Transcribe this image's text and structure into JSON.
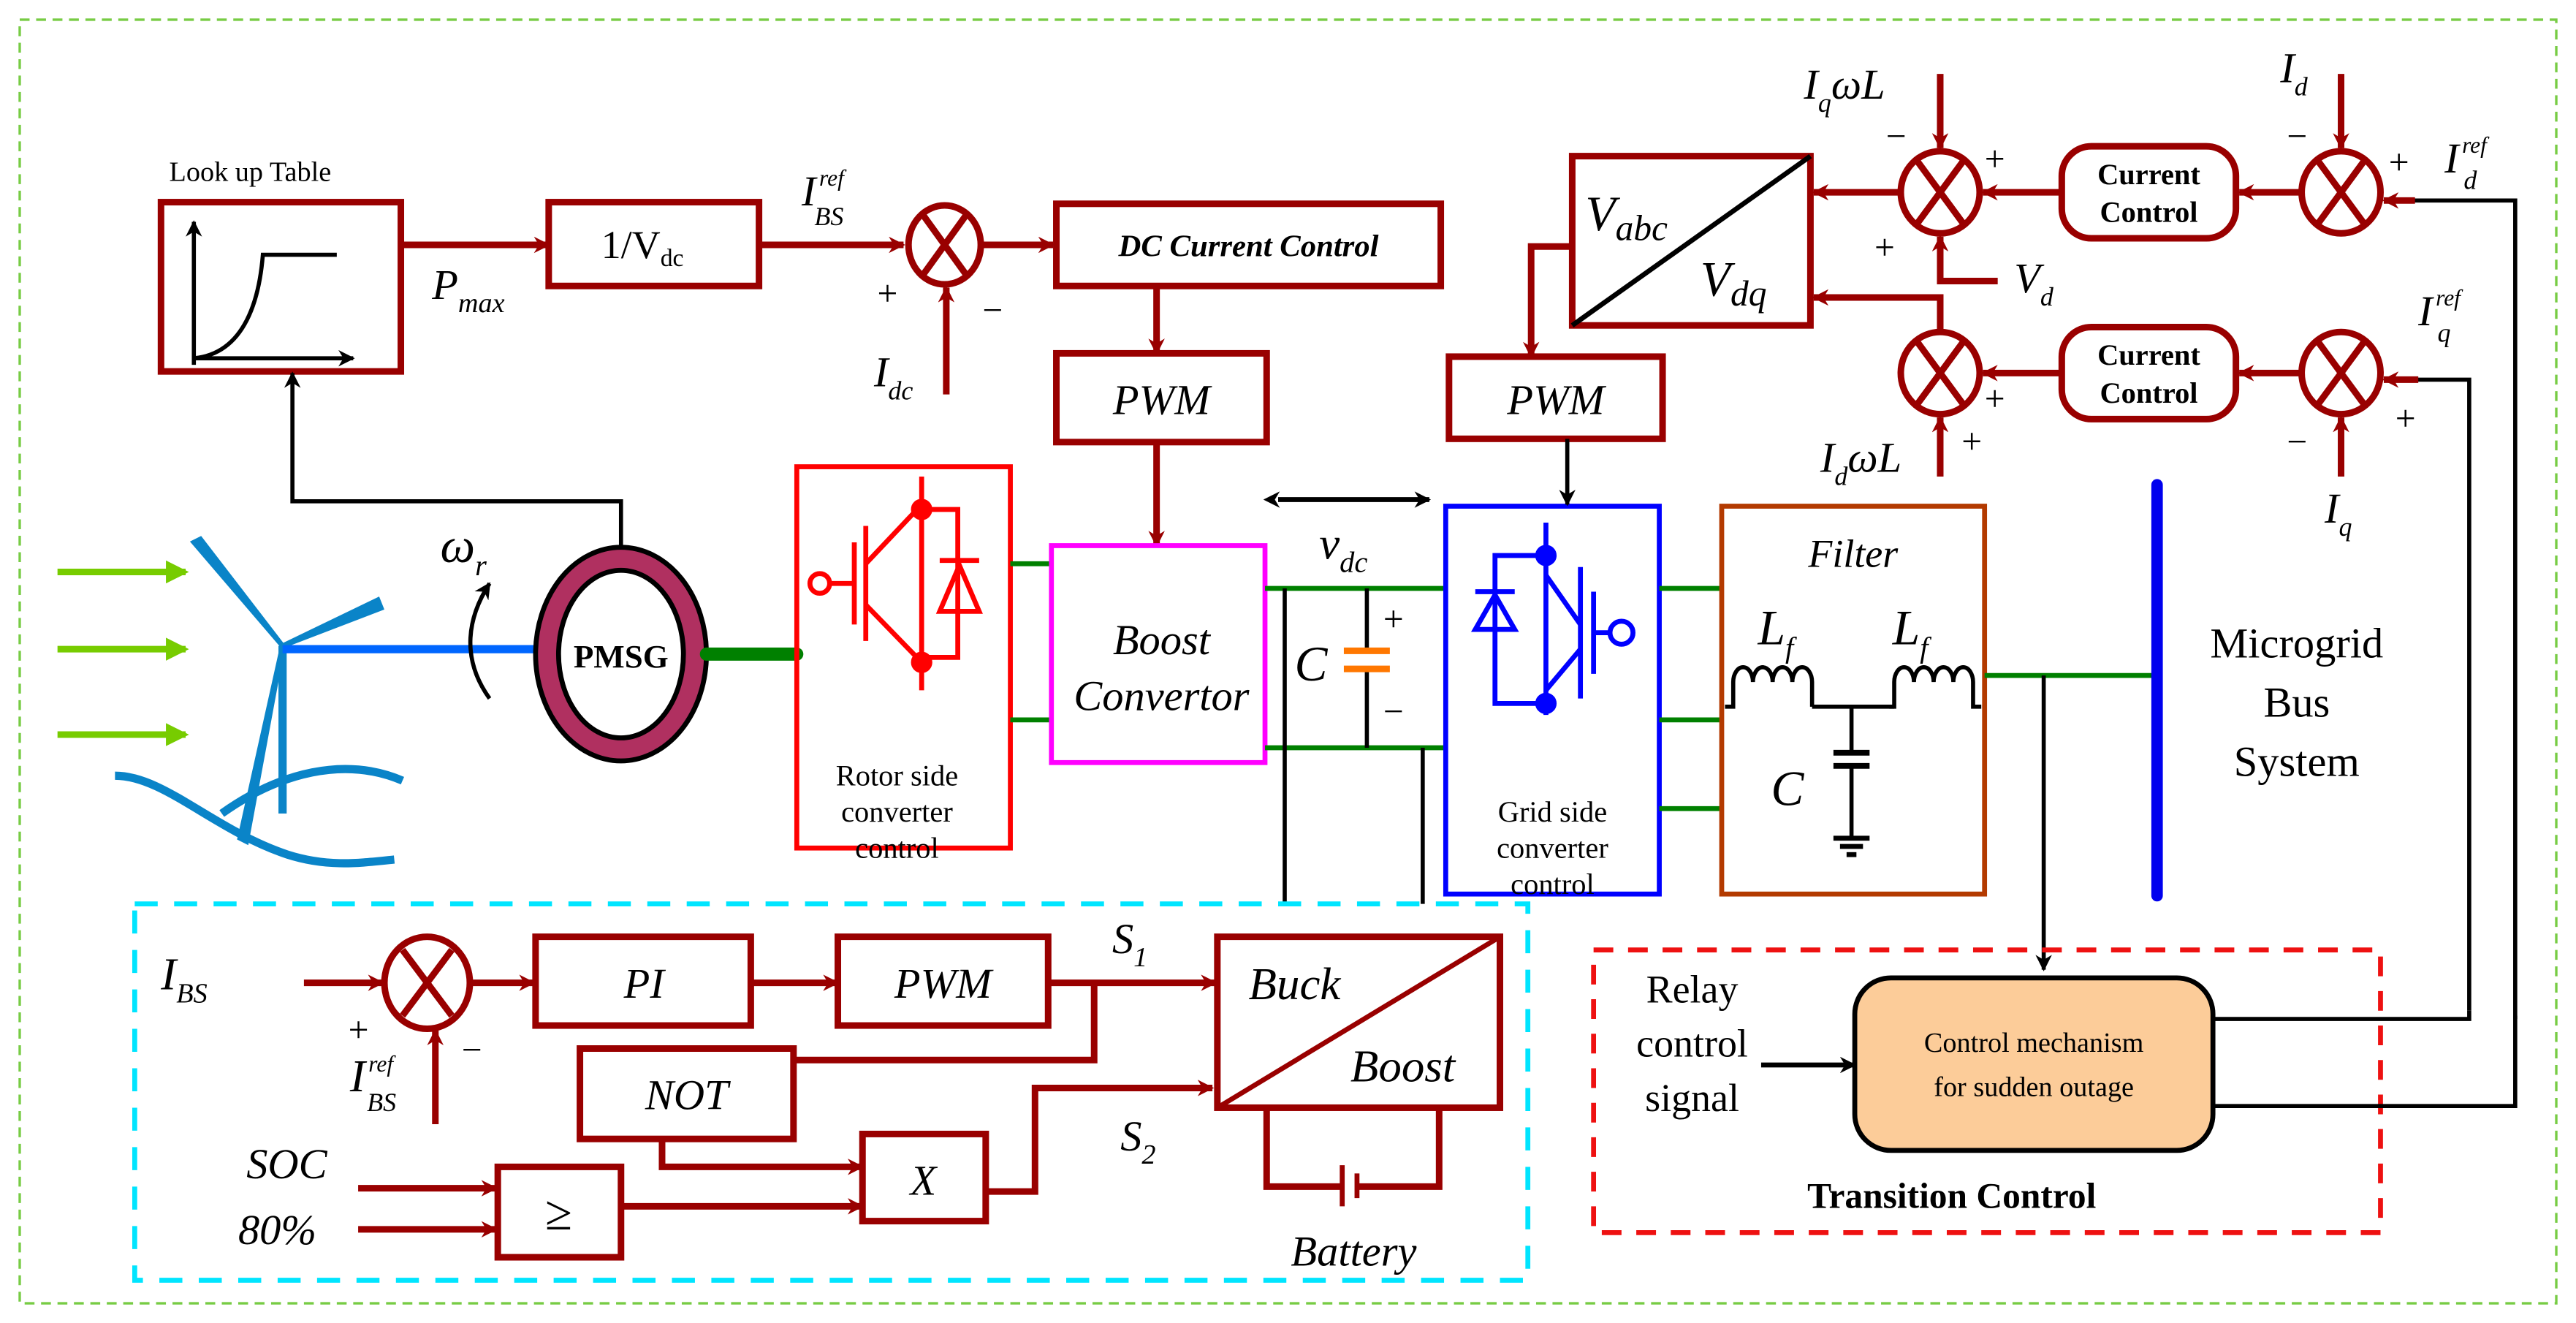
{
  "diagram": {
    "title": "PMSG wind turbine with battery storage and transition control for microgrid",
    "colors": {
      "control_block": "#990000",
      "outer_border": "#77cc44",
      "battery_region_border": "#00e5ff",
      "transition_region_border": "#ee1111",
      "rotor_converter": "#ff0000",
      "boost_converter": "#ff00ff",
      "grid_converter": "#0000ff",
      "filter": "#b33a00",
      "bus": "#0000ee",
      "wind_arrows": "#77cc00",
      "turbine": "#0a84c8",
      "pmsg_ring": "#b03060",
      "ac_lines": "#008000",
      "capacitor": "#ff7700",
      "transition_block_fill": "#fccc99"
    },
    "mppt": {
      "lookup_label": "Look up Table",
      "pmax_main": "P",
      "pmax_sub": "max",
      "inv_vdc_main": "1/V",
      "inv_vdc_sub": "dc",
      "ibs_ref_main": "I",
      "ibs_ref_sup": "ref",
      "ibs_ref_sub": "BS",
      "sum_plus": "+",
      "sum_minus": "−",
      "idc_main": "I",
      "idc_sub": "dc",
      "dc_current_control": "DC Current Control",
      "pwm": "PWM"
    },
    "generator": {
      "omega_main": "ω",
      "omega_sub": "r",
      "pmsg_label": "PMSG",
      "rotor_converter_label": [
        "Rotor side",
        "converter",
        "control"
      ],
      "boost_label": [
        "Boost",
        "Convertor"
      ],
      "vdc_main": "v",
      "vdc_sub": "dc",
      "cap_label": "C",
      "cap_plus": "+",
      "cap_minus": "−",
      "grid_converter_label": [
        "Grid side",
        "converter",
        "control"
      ]
    },
    "filter": {
      "title": "Filter",
      "lf_main": "L",
      "lf_sub": "f",
      "c_label": "C"
    },
    "bus": {
      "label": [
        "Microgrid",
        "Bus",
        "System"
      ]
    },
    "grid_control": {
      "pwm": "PWM",
      "vabc_main": "V",
      "vabc_sub": "abc",
      "vdq_main": "V",
      "vdq_sub": "dq",
      "iqwl": {
        "main": "I",
        "sub": "q",
        "rest": "ωL"
      },
      "idwl": {
        "main": "I",
        "sub": "d",
        "rest": "ωL"
      },
      "vd": {
        "main": "V",
        "sub": "d"
      },
      "id": {
        "main": "I",
        "sub": "d"
      },
      "iq": {
        "main": "I",
        "sub": "q"
      },
      "id_ref": {
        "main": "I",
        "sup": "ref",
        "sub": "d"
      },
      "iq_ref": {
        "main": "I",
        "sup": "ref",
        "sub": "q"
      },
      "current_control": [
        "Current",
        "Control"
      ],
      "plus": "+",
      "minus": "−"
    },
    "battery": {
      "ibs": {
        "main": "I",
        "sub": "BS"
      },
      "ibs_ref": {
        "main": "I",
        "sup": "ref",
        "sub": "BS"
      },
      "pi": "PI",
      "pwm": "PWM",
      "not": "NOT",
      "x": "X",
      "ge": "≥",
      "soc": "SOC",
      "soc_threshold": "80%",
      "s1": {
        "main": "S",
        "sub": "1"
      },
      "s2": {
        "main": "S",
        "sub": "2"
      },
      "buck": "Buck",
      "boost": "Boost",
      "battery_label": "Battery",
      "plus": "+",
      "minus": "−"
    },
    "transition": {
      "relay_label": [
        "Relay",
        "control",
        "signal"
      ],
      "mechanism_label": [
        "Control mechanism",
        "for sudden outage"
      ],
      "title": "Transition Control"
    }
  }
}
